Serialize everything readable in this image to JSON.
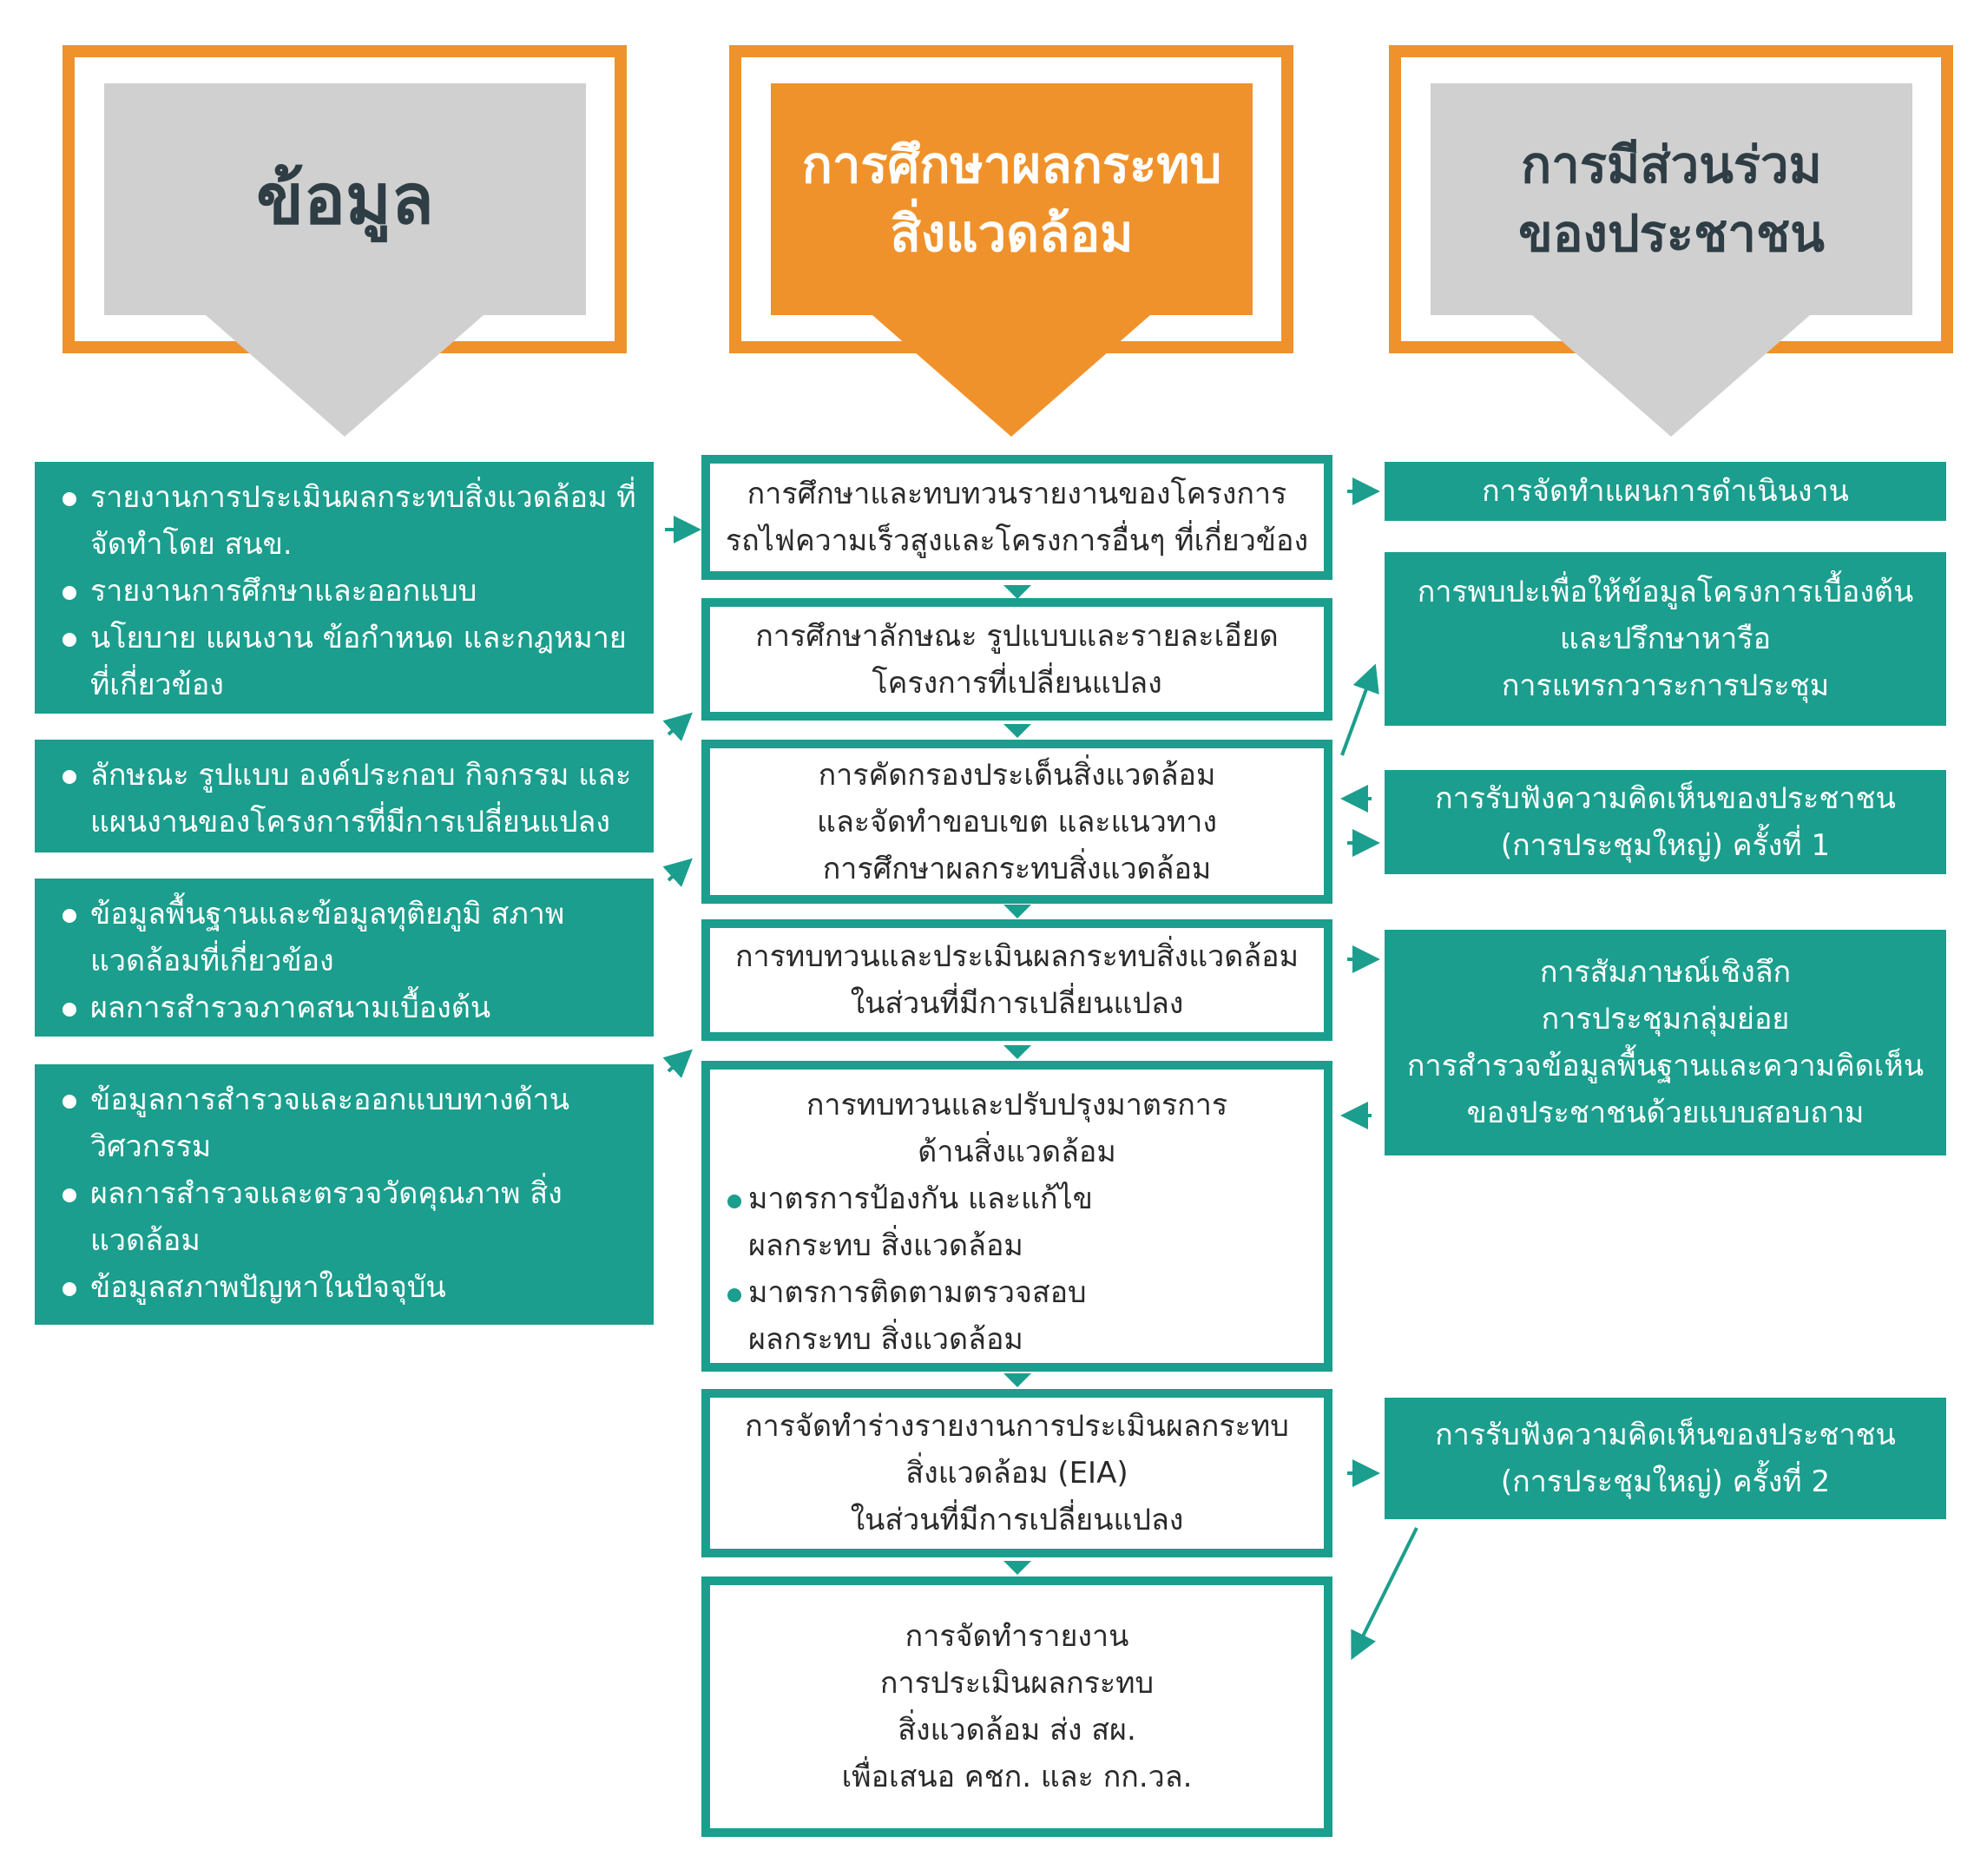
{
  "headers": {
    "left": "ข้อมูล",
    "center_line1": "การศึกษาผลกระทบ",
    "center_line2": "สิ่งแวดล้อม",
    "right_line1": "การมีส่วนร่วม",
    "right_line2": "ของประชาชน"
  },
  "left_boxes": [
    [
      "รายงานการประเมินผลกระทบสิ่งแวดล้อม ที่จัดทำโดย สนข.",
      "รายงานการศึกษาและออกแบบ",
      "นโยบาย แผนงาน ข้อกำหนด และกฎหมาย ที่เกี่ยวข้อง"
    ],
    [
      "ลักษณะ รูปแบบ องค์ประกอบ กิจกรรม และ แผนงานของโครงการที่มีการเปลี่ยนแปลง"
    ],
    [
      "ข้อมูลพื้นฐานและข้อมูลทุติยภูมิ สภาพแวดล้อมที่เกี่ยวข้อง",
      "ผลการสำรวจภาคสนามเบื้องต้น"
    ],
    [
      "ข้อมูลการสำรวจและออกแบบทางด้าน วิศวกรรม",
      "ผลการสำรวจและตรวจวัดคุณภาพ สิ่งแวดล้อม",
      "ข้อมูลสภาพปัญหาในปัจจุบัน"
    ]
  ],
  "process": {
    "p1": [
      "การศึกษาและทบทวนรายงานของโครงการ",
      "รถไฟความเร็วสูงและโครงการอื่นๆ ที่เกี่ยวข้อง"
    ],
    "p2": [
      "การศึกษาลักษณะ รูปแบบและรายละเอียด",
      "โครงการที่เปลี่ยนแปลง"
    ],
    "p3": [
      "การคัดกรองประเด็นสิ่งแวดล้อม",
      "และจัดทำขอบเขต และแนวทาง",
      "การศึกษาผลกระทบสิ่งแวดล้อม"
    ],
    "p4": [
      "การทบทวนและประเมินผลกระทบสิ่งแวดล้อม",
      "ในส่วนที่มีการเปลี่ยนแปลง"
    ],
    "p5": {
      "title": [
        "การทบทวนและปรับปรุงมาตรการ",
        "ด้านสิ่งแวดล้อม"
      ],
      "bullets": [
        "มาตรการป้องกัน และแก้ไขผลกระทบ สิ่งแวดล้อม",
        "มาตรการติดตามตรวจสอบผลกระทบ สิ่งแวดล้อม"
      ]
    },
    "p6": [
      "การจัดทำร่างรายงานการประเมินผลกระทบ",
      "สิ่งแวดล้อม (EIA)",
      "ในส่วนที่มีการเปลี่ยนแปลง"
    ],
    "p7": [
      "การจัดทำรายงาน",
      "การประเมินผลกระทบ",
      "สิ่งแวดล้อม ส่ง สผ.",
      "เพื่อเสนอ คชก. และ กก.วล."
    ]
  },
  "right_boxes": [
    [
      "การจัดทำแผนการดำเนินงาน"
    ],
    [
      "การพบปะเพื่อให้ข้อมูลโครงการเบื้องต้น",
      "และปรึกษาหารือ",
      "การแทรกวาระการประชุม"
    ],
    [
      "การรับฟังความคิดเห็นของประชาชน",
      "(การประชุมใหญ่) ครั้งที่ 1"
    ],
    [
      "การสัมภาษณ์เชิงลึก",
      "การประชุมกลุ่มย่อย",
      "การสำรวจข้อมูลพื้นฐานและความคิดเห็น",
      "ของประชาชนด้วยแบบสอบถาม"
    ],
    [
      "การรับฟังความคิดเห็นของประชาชน",
      "(การประชุมใหญ่) ครั้งที่ 2"
    ]
  ],
  "colors": {
    "teal": "#1b9e8d",
    "orange": "#f0922b",
    "gray": "#d0d0d1",
    "dark": "#2f3d45"
  }
}
